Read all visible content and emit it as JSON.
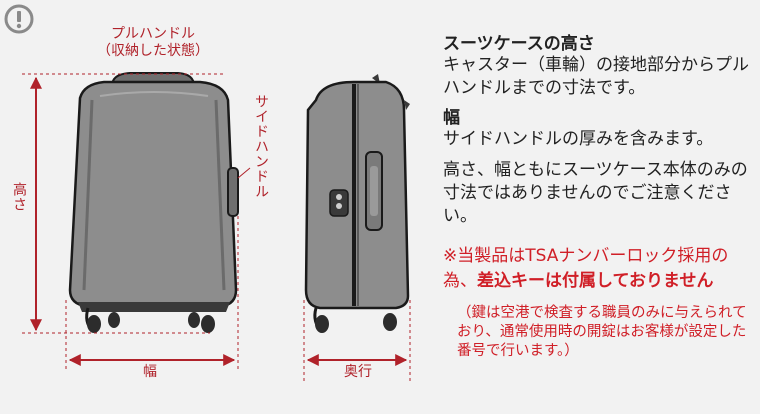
{
  "labels": {
    "pull_handle_line1": "プルハンドル",
    "pull_handle_line2": "（収納した状態）",
    "side_handle": "サイドハンドル",
    "height": "高さ",
    "width": "幅",
    "depth": "奥行"
  },
  "text": {
    "height_title": "スーツケースの高さ",
    "height_desc": "キャスター（車輪）の接地部分からプルハンドルまでの寸法です。",
    "width_title": "幅",
    "width_desc": "サイドハンドルの厚みを含みます。",
    "body_note": "高さ、幅ともにスーツケース本体のみの寸法ではありませんのでご注意ください。",
    "tsa_warning_prefix": "※当製品はTSAナンバーロック採用の為、",
    "tsa_warning_bold": "差込キーは付属しておりません",
    "key_note": "（鍵は空港で検査する職員のみに与えられており、通常使用時の開錠はお客様が設定した番号で行います。）"
  },
  "colors": {
    "accent": "#b0222a",
    "warning": "#d01f27",
    "case_body": "#8d8d8d",
    "case_outline": "#1a1a1a",
    "wheel": "#2c2c2c"
  },
  "icons": {
    "notice": "exclamation-circle-icon"
  }
}
